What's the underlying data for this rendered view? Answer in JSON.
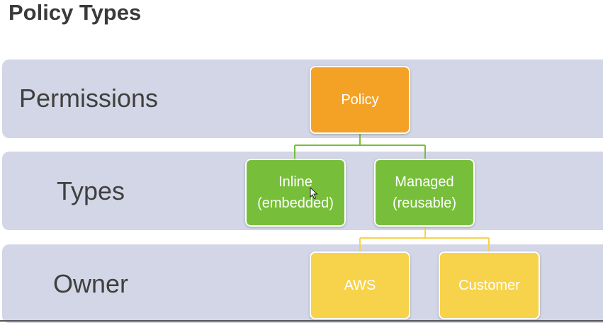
{
  "title": "Policy Types",
  "rows": {
    "permissions": "Permissions",
    "types": "Types",
    "owner": "Owner"
  },
  "nodes": {
    "policy": "Policy",
    "inline_line1": "Inline",
    "inline_line2": "(embedded)",
    "managed_line1": "Managed",
    "managed_line2": "(reusable)",
    "aws": "AWS",
    "customer": "Customer"
  },
  "colors": {
    "band": "#d3d6e6",
    "policy": "#f4a226",
    "types": "#77bf3a",
    "owner": "#f7d34c",
    "green_connector": "#77bf3a",
    "yellow_connector": "#f7d34c"
  },
  "icons": {
    "cursor": "mouse-pointer-icon"
  }
}
